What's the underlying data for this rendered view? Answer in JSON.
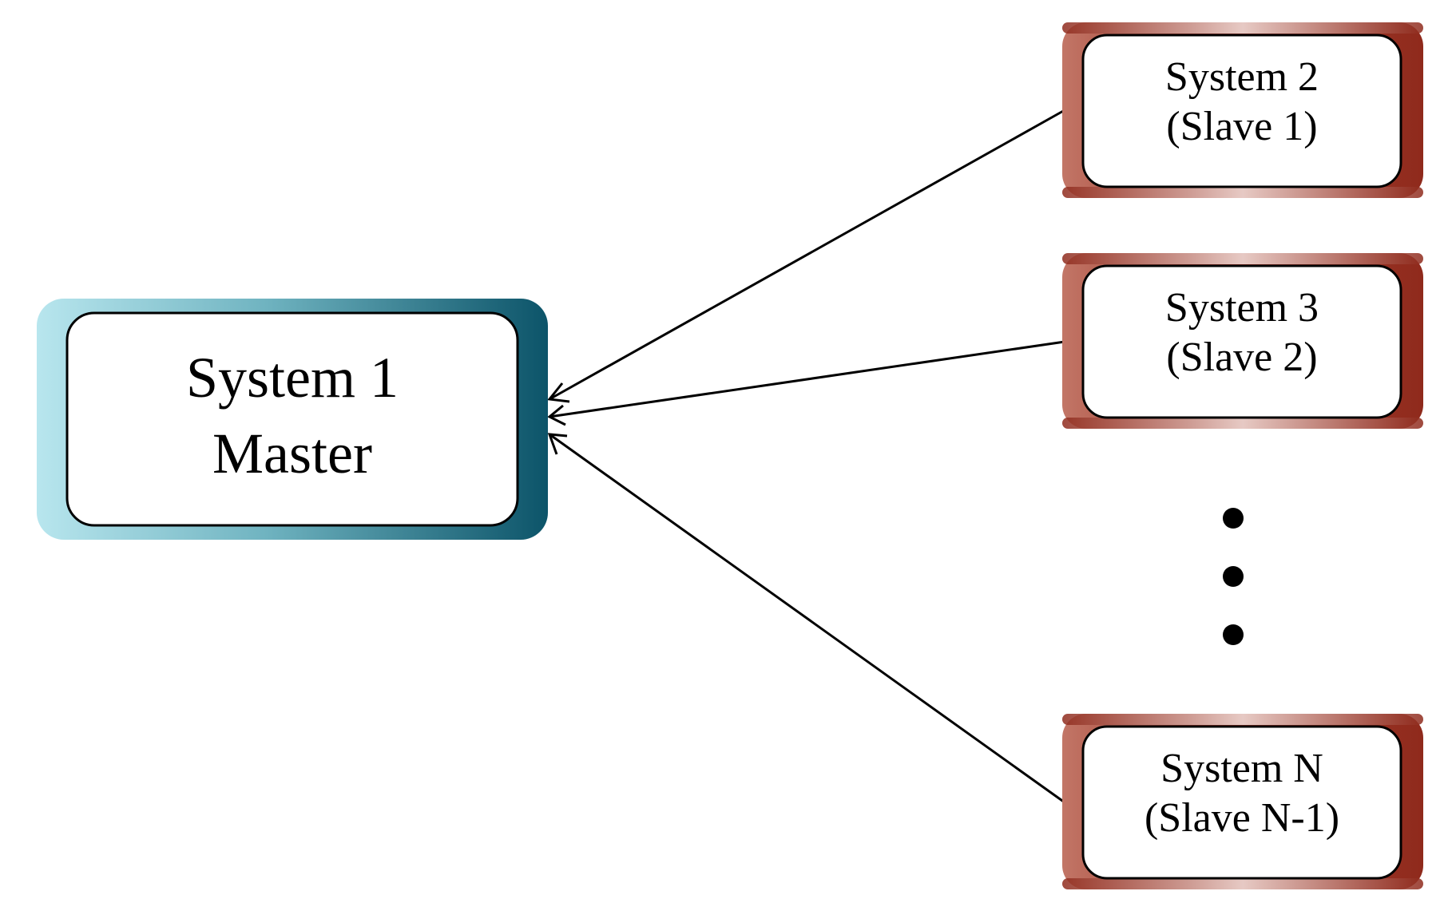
{
  "master": {
    "line1": "System 1",
    "line2": "Master"
  },
  "slaves": [
    {
      "line1": "System 2",
      "line2": "(Slave 1)"
    },
    {
      "line1": "System 3",
      "line2": "(Slave 2)"
    },
    {
      "line1": "System N",
      "line2": "(Slave N-1)"
    }
  ],
  "colors": {
    "master_gradient_start": "#b8e6ee",
    "master_gradient_end": "#0c5469",
    "slave_dark": "#8f2a1c",
    "slave_light": "#f3e3df",
    "line": "#000000"
  }
}
